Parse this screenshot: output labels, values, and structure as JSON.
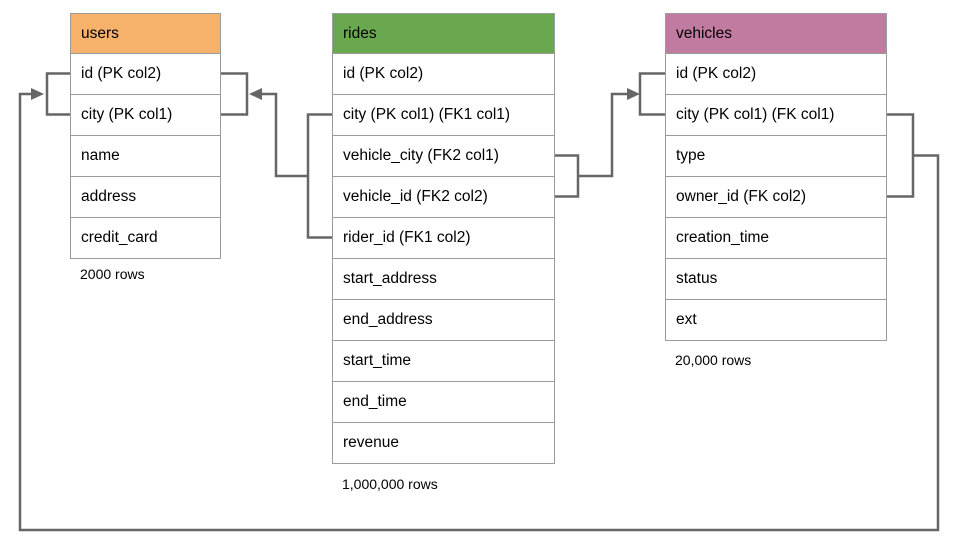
{
  "diagram": {
    "colors": {
      "connector": "#666666",
      "table_border": "#9b9b9b",
      "users_header": "#F6B26B",
      "rides_header": "#6AA84F",
      "vehicles_header": "#C27BA0"
    },
    "tables": [
      {
        "name": "users",
        "header_color": "#F6B26B",
        "columns": [
          "id (PK col2)",
          "city (PK col1)",
          "name",
          "address",
          "credit_card"
        ],
        "row_count": "2000 rows"
      },
      {
        "name": "rides",
        "header_color": "#6AA84F",
        "columns": [
          "id (PK col2)",
          "city (PK col1) (FK1 col1)",
          "vehicle_city (FK2 col1)",
          "vehicle_id (FK2 col2)",
          "rider_id (FK1 col2)",
          "start_address",
          "end_address",
          "start_time",
          "end_time",
          "revenue"
        ],
        "row_count": "1,000,000 rows"
      },
      {
        "name": "vehicles",
        "header_color": "#C27BA0",
        "columns": [
          "id (PK col2)",
          "city (PK col1) (FK col1)",
          "type",
          "owner_id (FK col2)",
          "creation_time",
          "status",
          "ext"
        ],
        "row_count": "20,000 rows"
      }
    ],
    "relationships": [
      {
        "name": "FK1",
        "from_table": "rides",
        "from_columns": [
          "city (PK col1) (FK1 col1)",
          "rider_id (FK1 col2)"
        ],
        "to_table": "users",
        "to_columns": [
          "id (PK col2)",
          "city (PK col1)"
        ]
      },
      {
        "name": "FK2",
        "from_table": "rides",
        "from_columns": [
          "vehicle_city (FK2 col1)",
          "vehicle_id (FK2 col2)"
        ],
        "to_table": "vehicles",
        "to_columns": [
          "id (PK col2)",
          "city (PK col1) (FK col1)"
        ]
      },
      {
        "name": "FK",
        "from_table": "vehicles",
        "from_columns": [
          "city (PK col1) (FK col1)",
          "owner_id (FK col2)"
        ],
        "to_table": "users",
        "to_columns": [
          "id (PK col2)",
          "city (PK col1)"
        ]
      }
    ]
  }
}
